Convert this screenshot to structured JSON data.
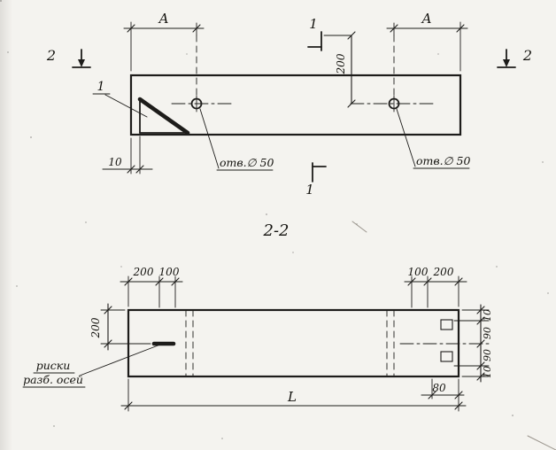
{
  "drawing": {
    "plan": {
      "dim_a_left": "А",
      "dim_a_right": "А",
      "cut_1_top": "1",
      "cut_1_bottom": "1",
      "cut_2_left": "2",
      "cut_2_right": "2",
      "dim_200_offset": "200",
      "detail_callout": "1",
      "dim_10_offset": "10",
      "hole_label_left": "отв.∅ 50",
      "hole_label_right": "отв.∅ 50"
    },
    "section": {
      "title": "2-2",
      "dim_200_end": "200",
      "dim_200_top_left": "200",
      "dim_100_top_left": "100",
      "dim_100_top_right": "100",
      "dim_200_top_right": "200",
      "dim_10_right_top": "10",
      "dim_90_right_upper": "90",
      "dim_90_right_lower": "90",
      "dim_10_right_bottom": "10",
      "dim_80": "80",
      "dim_length": "L",
      "axes_note_line1": "риски",
      "axes_note_line2": "разб. осей"
    }
  }
}
